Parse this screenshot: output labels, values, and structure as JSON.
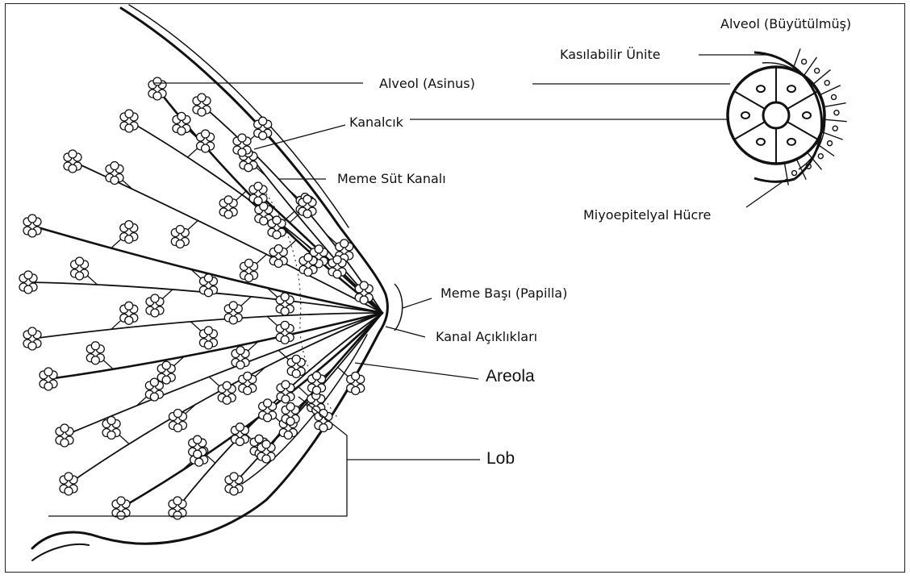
{
  "labels": {
    "alveol_enlarged": "Alveol (Büyütülmüş)",
    "contractile_unit": "Kasılabilir Ünite",
    "alveol_acinus": "Alveol (Asinus)",
    "ductule": "Kanalcık",
    "milk_duct": "Meme Süt Kanalı",
    "myoepithelial_cell": "Miyoepitelyal Hücre",
    "nipple": "Meme Başı (Papilla)",
    "duct_openings": "Kanal Açıklıkları",
    "areola": "Areola",
    "lobe": "Lob"
  },
  "colors": {
    "ink": "#111111",
    "background": "#ffffff"
  }
}
